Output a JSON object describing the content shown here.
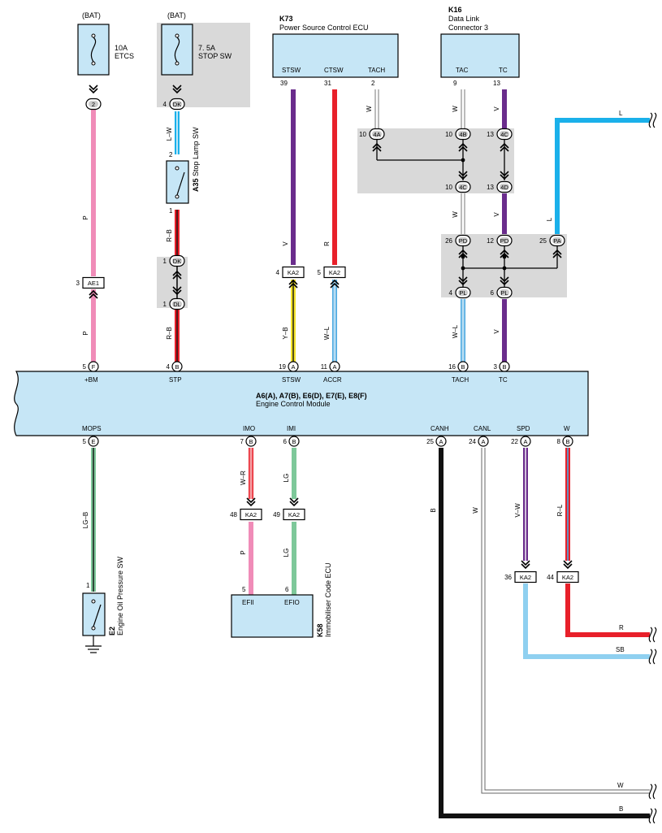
{
  "colors": {
    "pink": "#f08cb8",
    "blue": "#1ab0ea",
    "red": "#e8202a",
    "purple": "#6a2c8c",
    "yellow": "#f5e42a",
    "light_green": "#7ec89a",
    "light_blue": "#8fd0f0",
    "black": "#111111",
    "gray_box": "#d9d9d9",
    "ecu_fill": "#c6e6f6"
  },
  "battery_labels": [
    "(BAT)",
    "(BAT)"
  ],
  "fuses": {
    "etcs": {
      "rating": "10A",
      "name": "ETCS"
    },
    "stop": {
      "rating": "7. 5A",
      "name": "STOP SW"
    }
  },
  "k73": {
    "code": "K73",
    "name": "Power Source Control ECU",
    "pins": [
      "STSW",
      "CTSW",
      "TACH"
    ],
    "pin_nums": [
      "39",
      "31",
      "2"
    ]
  },
  "k16": {
    "code": "K16",
    "name": "Data Link",
    "name2": "Connector 3",
    "pins": [
      "TAC",
      "TC"
    ],
    "pin_nums": [
      "9",
      "13"
    ]
  },
  "stop_lamp": {
    "code": "A35",
    "name": "Stop Lamp SW",
    "pin_top": "2",
    "pin_bottom": "1"
  },
  "oil_sw": {
    "code": "E2",
    "name": "Engine Oil Pressure SW",
    "pin": "1"
  },
  "immobiliser": {
    "code": "K58",
    "name": "Immobiliser Code ECU",
    "pins": [
      "EFII",
      "EFIO"
    ],
    "pin_nums": [
      "5",
      "6"
    ]
  },
  "ecm": {
    "code": "A6(A), A7(B), E6(D), E7(E), E8(F)",
    "name": "Engine Control Module",
    "top_pins": [
      {
        "num": "5",
        "conn": "F",
        "label": "+BM"
      },
      {
        "num": "4",
        "conn": "B",
        "label": "STP"
      },
      {
        "num": "19",
        "conn": "A",
        "label": "STSW"
      },
      {
        "num": "11",
        "conn": "A",
        "label": "ACCR"
      },
      {
        "num": "16",
        "conn": "B",
        "label": "TACH"
      },
      {
        "num": "3",
        "conn": "B",
        "label": "TC"
      }
    ],
    "bottom_pins": [
      {
        "num": "5",
        "conn": "E",
        "label": "MOPS"
      },
      {
        "num": "7",
        "conn": "B",
        "label": "IMO"
      },
      {
        "num": "6",
        "conn": "B",
        "label": "IMI"
      },
      {
        "num": "25",
        "conn": "A",
        "label": "CANH"
      },
      {
        "num": "24",
        "conn": "A",
        "label": "CANL"
      },
      {
        "num": "22",
        "conn": "A",
        "label": "SPD"
      },
      {
        "num": "8",
        "conn": "B",
        "label": "W"
      }
    ]
  },
  "connectors": {
    "c2": {
      "num": "",
      "label": "2"
    },
    "dk_top": {
      "num": "4",
      "label": "DK"
    },
    "ae1": {
      "num": "3",
      "label": "AE1"
    },
    "dk_mid": {
      "num": "1",
      "label": "DK"
    },
    "dl": {
      "num": "1",
      "label": "DL"
    },
    "ka2_stsw": {
      "num": "4",
      "label": "KA2"
    },
    "ka2_accr": {
      "num": "5",
      "label": "KA2"
    },
    "c4a": {
      "num": "10",
      "label": "4A"
    },
    "c4b": {
      "num": "10",
      "label": "4B"
    },
    "c4c_top": {
      "num": "13",
      "label": "4C"
    },
    "c4c": {
      "num": "10",
      "label": "4C"
    },
    "c4d": {
      "num": "13",
      "label": "4D"
    },
    "pd1": {
      "num": "26",
      "label": "PD"
    },
    "pd2": {
      "num": "12",
      "label": "PD"
    },
    "pa": {
      "num": "25",
      "label": "PA"
    },
    "pl1": {
      "num": "4",
      "label": "PL"
    },
    "pl2": {
      "num": "6",
      "label": "PL"
    },
    "ka2_imo": {
      "num": "48",
      "label": "KA2"
    },
    "ka2_imi": {
      "num": "49",
      "label": "KA2"
    },
    "ka2_spd": {
      "num": "36",
      "label": "KA2"
    },
    "ka2_w": {
      "num": "44",
      "label": "KA2"
    }
  },
  "wire_colors": {
    "w_etcs_1": "P",
    "w_etcs_2": "P",
    "w_stop_1": "L–W",
    "w_stop_2": "R–B",
    "w_stop_3": "R–B",
    "w_stsw_1": "V",
    "w_stsw_2": "Y–B",
    "w_ctsw_1": "R",
    "w_ctsw_2": "W–L",
    "w_tach_1": "W",
    "w_tac_1": "W",
    "w_tc_1": "V",
    "w_tac_2": "W",
    "w_tc_2": "V",
    "w_l": "L",
    "w_tach_3": "W–L",
    "w_tc_3": "V",
    "w_mops": "LG–B",
    "w_imo_1": "W–R",
    "w_imo_2": "P",
    "w_imi_1": "LG",
    "w_imi_2": "LG",
    "w_canh": "B",
    "w_canl": "W",
    "w_spd": "V–W",
    "w_wsig": "R–L"
  },
  "edge_labels": {
    "l": "L",
    "r": "R",
    "sb": "SB",
    "w": "W",
    "b": "B"
  }
}
